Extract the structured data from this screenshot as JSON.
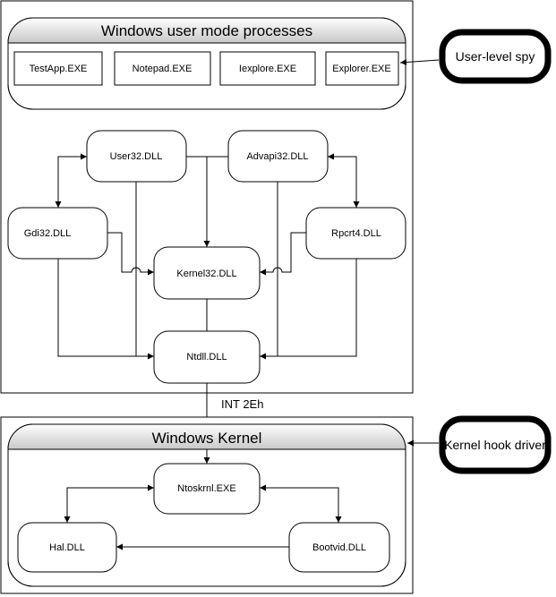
{
  "user_mode": {
    "title": "Windows user mode processes",
    "processes": [
      "TestApp.EXE",
      "Notepad.EXE",
      "Iexplore.EXE",
      "Explorer.EXE"
    ]
  },
  "dlls": {
    "user32": "User32.DLL",
    "advapi32": "Advapi32.DLL",
    "gdi32": "Gdi32.DLL",
    "rpcrt4": "Rpcrt4.DLL",
    "kernel32": "Kernel32.DLL",
    "ntdll": "Ntdll.DLL"
  },
  "bus_label": "INT 2Eh",
  "kernel": {
    "title": "Windows Kernel",
    "ntoskrnl": "Ntoskrnl.EXE",
    "hal": "Hal.DLL",
    "bootvid": "Bootvid.DLL"
  },
  "external": {
    "user_spy": "User-level spy",
    "kernel_driver": "Kernel hook driver"
  }
}
